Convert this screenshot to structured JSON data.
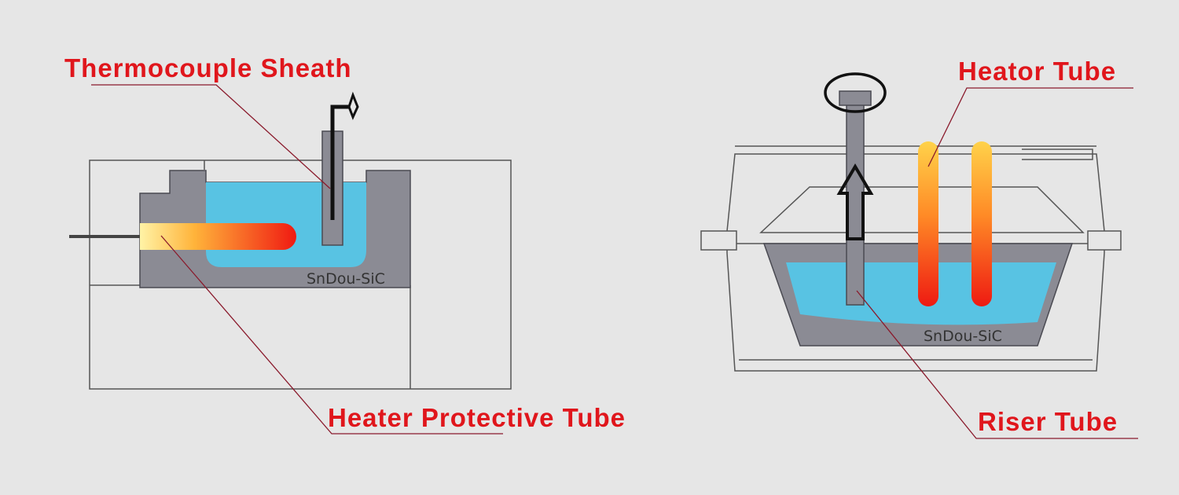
{
  "labels": {
    "thermocouple_sheath": "Thermocouple Sheath",
    "heater_protective_tube": "Heater Protective Tube",
    "heator_tube": "Heator Tube",
    "riser_tube": "Riser Tube"
  },
  "brand_left": "SnDou-SiC",
  "brand_right": "SnDou-SiC",
  "colors": {
    "background": "#e6e6e6",
    "label_red": "#e0161c",
    "leader_line": "#8a1a2c",
    "molten_metal": "#58c3e3",
    "refractory_grey": "#8b8b94",
    "frame_line": "#555555"
  }
}
